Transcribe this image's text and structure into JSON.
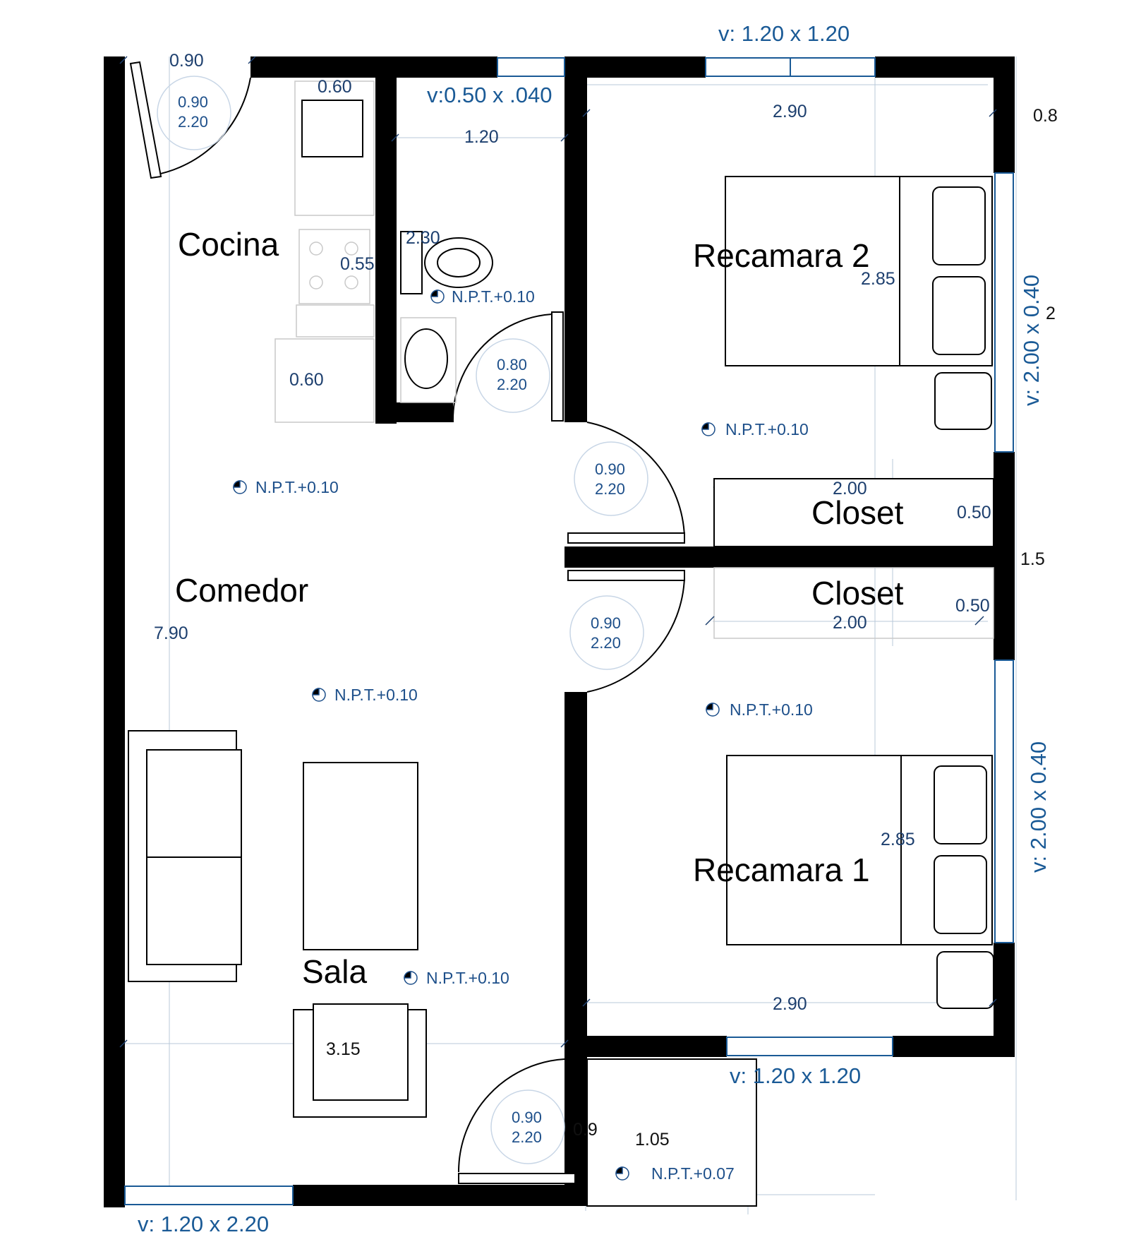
{
  "rooms": {
    "cocina": "Cocina",
    "recamara2": "Recamara 2",
    "closet_top": "Closet",
    "closet_bottom": "Closet",
    "comedor": "Comedor",
    "recamara1": "Recamara 1",
    "sala": "Sala"
  },
  "windows": {
    "top_right": "v: 1.20 x 1.20",
    "bath": "v:0.50 x .040",
    "right_upper": "v: 2.00 x 0.40",
    "right_lower": "v: 2.00 x 0.40",
    "bottom_right": "v: 1.20 x 1.20",
    "bottom_left": "v: 1.20 x 2.20"
  },
  "doors": {
    "entry_top": {
      "w": "0.90",
      "h": "2.20"
    },
    "bath": {
      "w": "0.80",
      "h": "2.20"
    },
    "bed2": {
      "w": "0.90",
      "h": "2.20"
    },
    "bed1": {
      "w": "0.90",
      "h": "2.20"
    },
    "entry_bottom": {
      "w": "0.90",
      "h": "2.20"
    }
  },
  "dimensions": {
    "top_door_width": "0.90",
    "sink_width": "0.60",
    "bath_width": "1.20",
    "bed2_width": "2.90",
    "right_edge_top": "0.8",
    "bath_depth": "2.30",
    "stove_depth": "0.55",
    "bed2_depth": "2.85",
    "right_edge_mid": "2",
    "counter_depth": "0.60",
    "closet_top_width": "2.00",
    "closet_top_depth": "0.50",
    "right_edge_closets": "1.5",
    "closet_bottom_depth": "0.50",
    "closet_bottom_width": "2.00",
    "house_length": "7.90",
    "bed1_depth": "2.85",
    "bed1_width": "2.90",
    "sala_width": "3.15",
    "porch_door": "0.9",
    "porch_depth": "1.05"
  },
  "levels": {
    "bath": "N.P.T.+0.10",
    "bed2": "N.P.T.+0.10",
    "kitchen": "N.P.T.+0.10",
    "dining": "N.P.T.+0.10",
    "bed1": "N.P.T.+0.10",
    "sala": "N.P.T.+0.10",
    "porch": "N.P.T.+0.07"
  },
  "colors": {
    "wall": "#000000",
    "dimension_text": "#1d3f6e",
    "window_text": "#1a5a96"
  }
}
